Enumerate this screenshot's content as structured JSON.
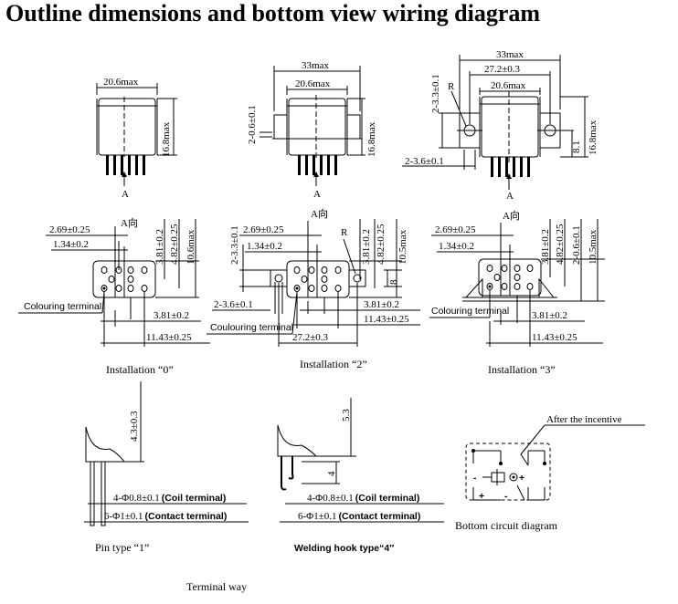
{
  "title": "Outline dimensions and bottom view wiring diagram",
  "views": {
    "v0": {
      "width": "20.6max",
      "height": "16.8max",
      "arrow": "A"
    },
    "v2": {
      "overall": "33max",
      "width": "20.6max",
      "height": "16.8max",
      "holes": "2-0.6±0.1",
      "arrow": "A"
    },
    "v3": {
      "overall": "33max",
      "pitch": "27.2±0.3",
      "width": "20.6max",
      "height": "16.8max",
      "holes_top": "2-3.3±0.1",
      "holes_side": "2-3.6±0.1",
      "r": "R",
      "offset": "8.1",
      "arrow": "A"
    }
  },
  "bottom": {
    "b0": {
      "d1": "2.69±0.25",
      "d2": "1.34±0.2",
      "aview": "A向",
      "v1": "3.81±0.2",
      "v2": "4.82±0.25",
      "v3": "10.6max",
      "h1": "3.81±0.2",
      "h2": "11.43±0.25",
      "colour": "Colouring terminal",
      "caption": "Installation “0”"
    },
    "b2": {
      "holes": "2-3.3±0.1",
      "d1": "2.69±0.25",
      "d2": "1.34±0.2",
      "aview": "A向",
      "r": "R",
      "v1": "3.81±0.2",
      "v2": "4.82±0.25",
      "v3": "10.5max",
      "side": "8",
      "hole_dia": "2-3.6±0.1",
      "h1": "3.81±0.2",
      "h2": "11.43±0.25",
      "pitch": "27.2±0.3",
      "colour": "Coulouring terminal",
      "caption": "Installation “2”"
    },
    "b3": {
      "d1": "2.69±0.25",
      "d2": "1.34±0.2",
      "aview": "A向",
      "v1": "3.81±0.2",
      "v2": "4.82±0.25",
      "v3": "2-0.6±0.1",
      "v4": "10.5max",
      "h1": "3.81±0.2",
      "h2": "11.43±0.25",
      "colour": "Colouring terminal",
      "caption": "Installation “3”"
    }
  },
  "pins": {
    "p1": {
      "height": "4.3±0.3",
      "coil_prefix": "4-Φ0.8±0.1",
      "coil_label": "(Coil terminal)",
      "contact_prefix": "6-Φ1±0.1",
      "contact_label": "(Contact terminal)",
      "caption": "Pin type “1”"
    },
    "p4": {
      "height": "5.3",
      "hook": "4",
      "coil_prefix": "4-Φ0.8±0.1",
      "coil_label": "(Coil terminal)",
      "contact_prefix": "6-Φ1±0.1",
      "contact_label": "(Contact terminal)",
      "caption": "Welding hook type“4″"
    }
  },
  "circuit": {
    "after": "After the incentive",
    "minus": "-",
    "plus": "+",
    "caption": "Bottom circuit diagram"
  },
  "footer": "Terminal way"
}
